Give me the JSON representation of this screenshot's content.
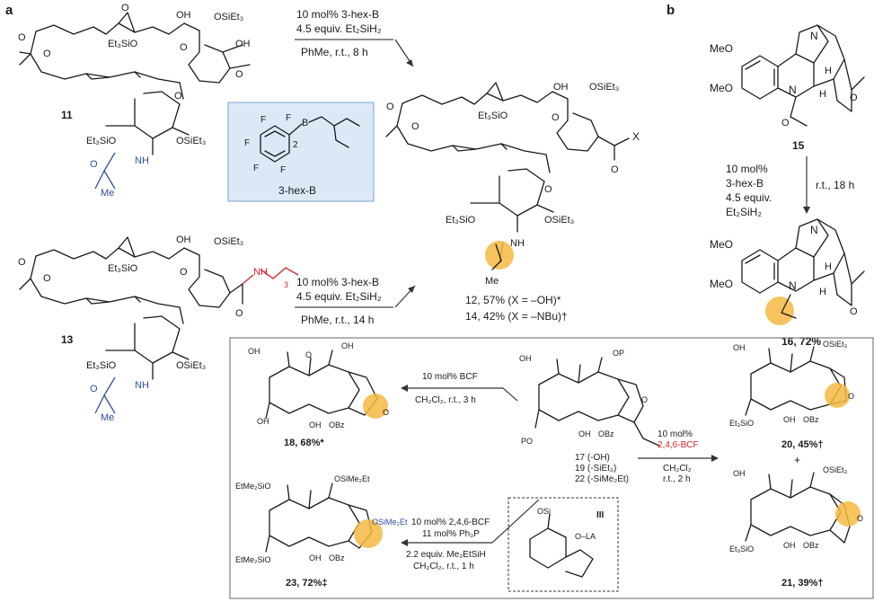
{
  "panels": {
    "a": "a",
    "b": "b"
  },
  "reaction_top": {
    "line1": "10 mol% 3-hex-B",
    "line2": "4.5 equiv. Et₂SiH₂",
    "line3": "PhMe, r.t., 8 h"
  },
  "reaction_mid": {
    "line1": "10 mol% 3-hex-B",
    "line2": "4.5 equiv. Et₂SiH₂",
    "line3": "PhMe, r.t., 14 h"
  },
  "catalyst_box": {
    "label": "3-hex-B",
    "subscript": "2"
  },
  "compounds": {
    "c11": "11",
    "c13": "13",
    "c15": "15",
    "c16": "16, 72%",
    "product_12": "12, 57% (X = –OH)*",
    "product_14": "14, 42% (X = –NBu)†",
    "c18": "18, 68%*",
    "c20": "20, 45%†",
    "c21": "21, 39%†",
    "c23": "23, 72%‡",
    "c17": "17 (-OH)",
    "c19": "19 (-SiEt₃)",
    "c22": "22 (-SiMe₂Et)",
    "plus": "+"
  },
  "labels": {
    "OSiEt3": "OSiEt₃",
    "Et3SiO": "Et₃SiO",
    "OH": "OH",
    "O": "O",
    "N": "N",
    "H": "H",
    "NH": "NH",
    "Me": "Me",
    "MeO": "MeO",
    "X": "X",
    "OP": "OP",
    "PO": "PO",
    "OBz": "OBz",
    "OSi": "OSi",
    "O_LA": "O–LA",
    "roman": "III",
    "OSiMe2Et": "OSiMe₂Et",
    "EtMe2SiO": "EtMe₂SiO",
    "F": "F",
    "B": "B",
    "subscript3": "3"
  },
  "reaction_b": {
    "line1": "10 mol%",
    "line2": "3-hex-B",
    "line3": "4.5 equiv.",
    "line4": "Et₂SiH₂",
    "time": "r.t., 18 h"
  },
  "reaction_bcf": {
    "line1": "10 mol% BCF",
    "line2": "CH₂Cl₂, r.t., 3 h",
    "accent": "BCF"
  },
  "reaction_246": {
    "line1": "10 mol%",
    "line2": "2,4,6-BCF",
    "line3": "CH₂Cl₂",
    "line4": "r.t., 2 h"
  },
  "reaction_ph3p": {
    "line1": "10 mol% 2,4,6-BCF",
    "line2": "11 mol% Ph₃P",
    "line3": "2.2 equiv. Me₂EtSiH",
    "line4": "CH₂Cl₂, r.t., 1 h"
  },
  "colors": {
    "blue": "#2b4ea0",
    "red": "#d6232a",
    "highlight": "#f5b942",
    "box": "#dbe9f6"
  }
}
